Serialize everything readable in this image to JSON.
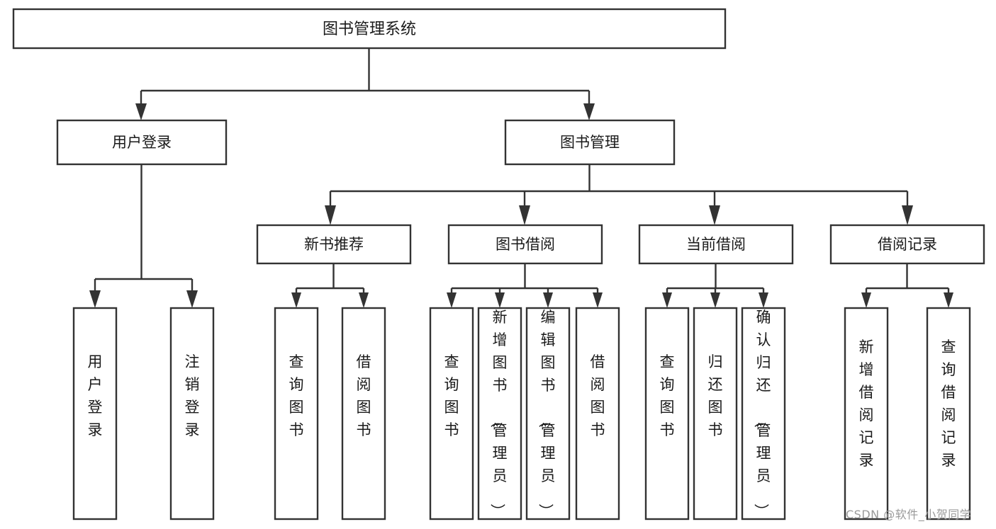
{
  "diagram": {
    "type": "tree",
    "title": "图书管理系统",
    "orientation": "top-down",
    "background_color": "#ffffff",
    "line_color": "#333333",
    "text_color": "#1a1a1a",
    "root": {
      "label": "图书管理系统"
    },
    "level2": [
      {
        "label": "用户登录"
      },
      {
        "label": "图书管理"
      }
    ],
    "level3": [
      {
        "label": "新书推荐"
      },
      {
        "label": "图书借阅"
      },
      {
        "label": "当前借阅"
      },
      {
        "label": "借阅记录"
      }
    ],
    "leaves": {
      "user_login": [
        {
          "label": "用户登录"
        },
        {
          "label": "注销登录"
        }
      ],
      "new_book_recommend": [
        {
          "label": "查询图书"
        },
        {
          "label": "借阅图书"
        }
      ],
      "book_borrow": [
        {
          "label": "查询图书"
        },
        {
          "label": "新增图书（管理员）"
        },
        {
          "label": "编辑图书（管理员）"
        },
        {
          "label": "借阅图书"
        }
      ],
      "current_borrow": [
        {
          "label": "查询图书"
        },
        {
          "label": "归还图书"
        },
        {
          "label": "确认归还（管理员）"
        }
      ],
      "borrow_record": [
        {
          "label": "新增借阅记录"
        },
        {
          "label": "查询借阅记录"
        }
      ]
    }
  },
  "watermark": {
    "text": "CSDN @软件_小贺同学"
  }
}
